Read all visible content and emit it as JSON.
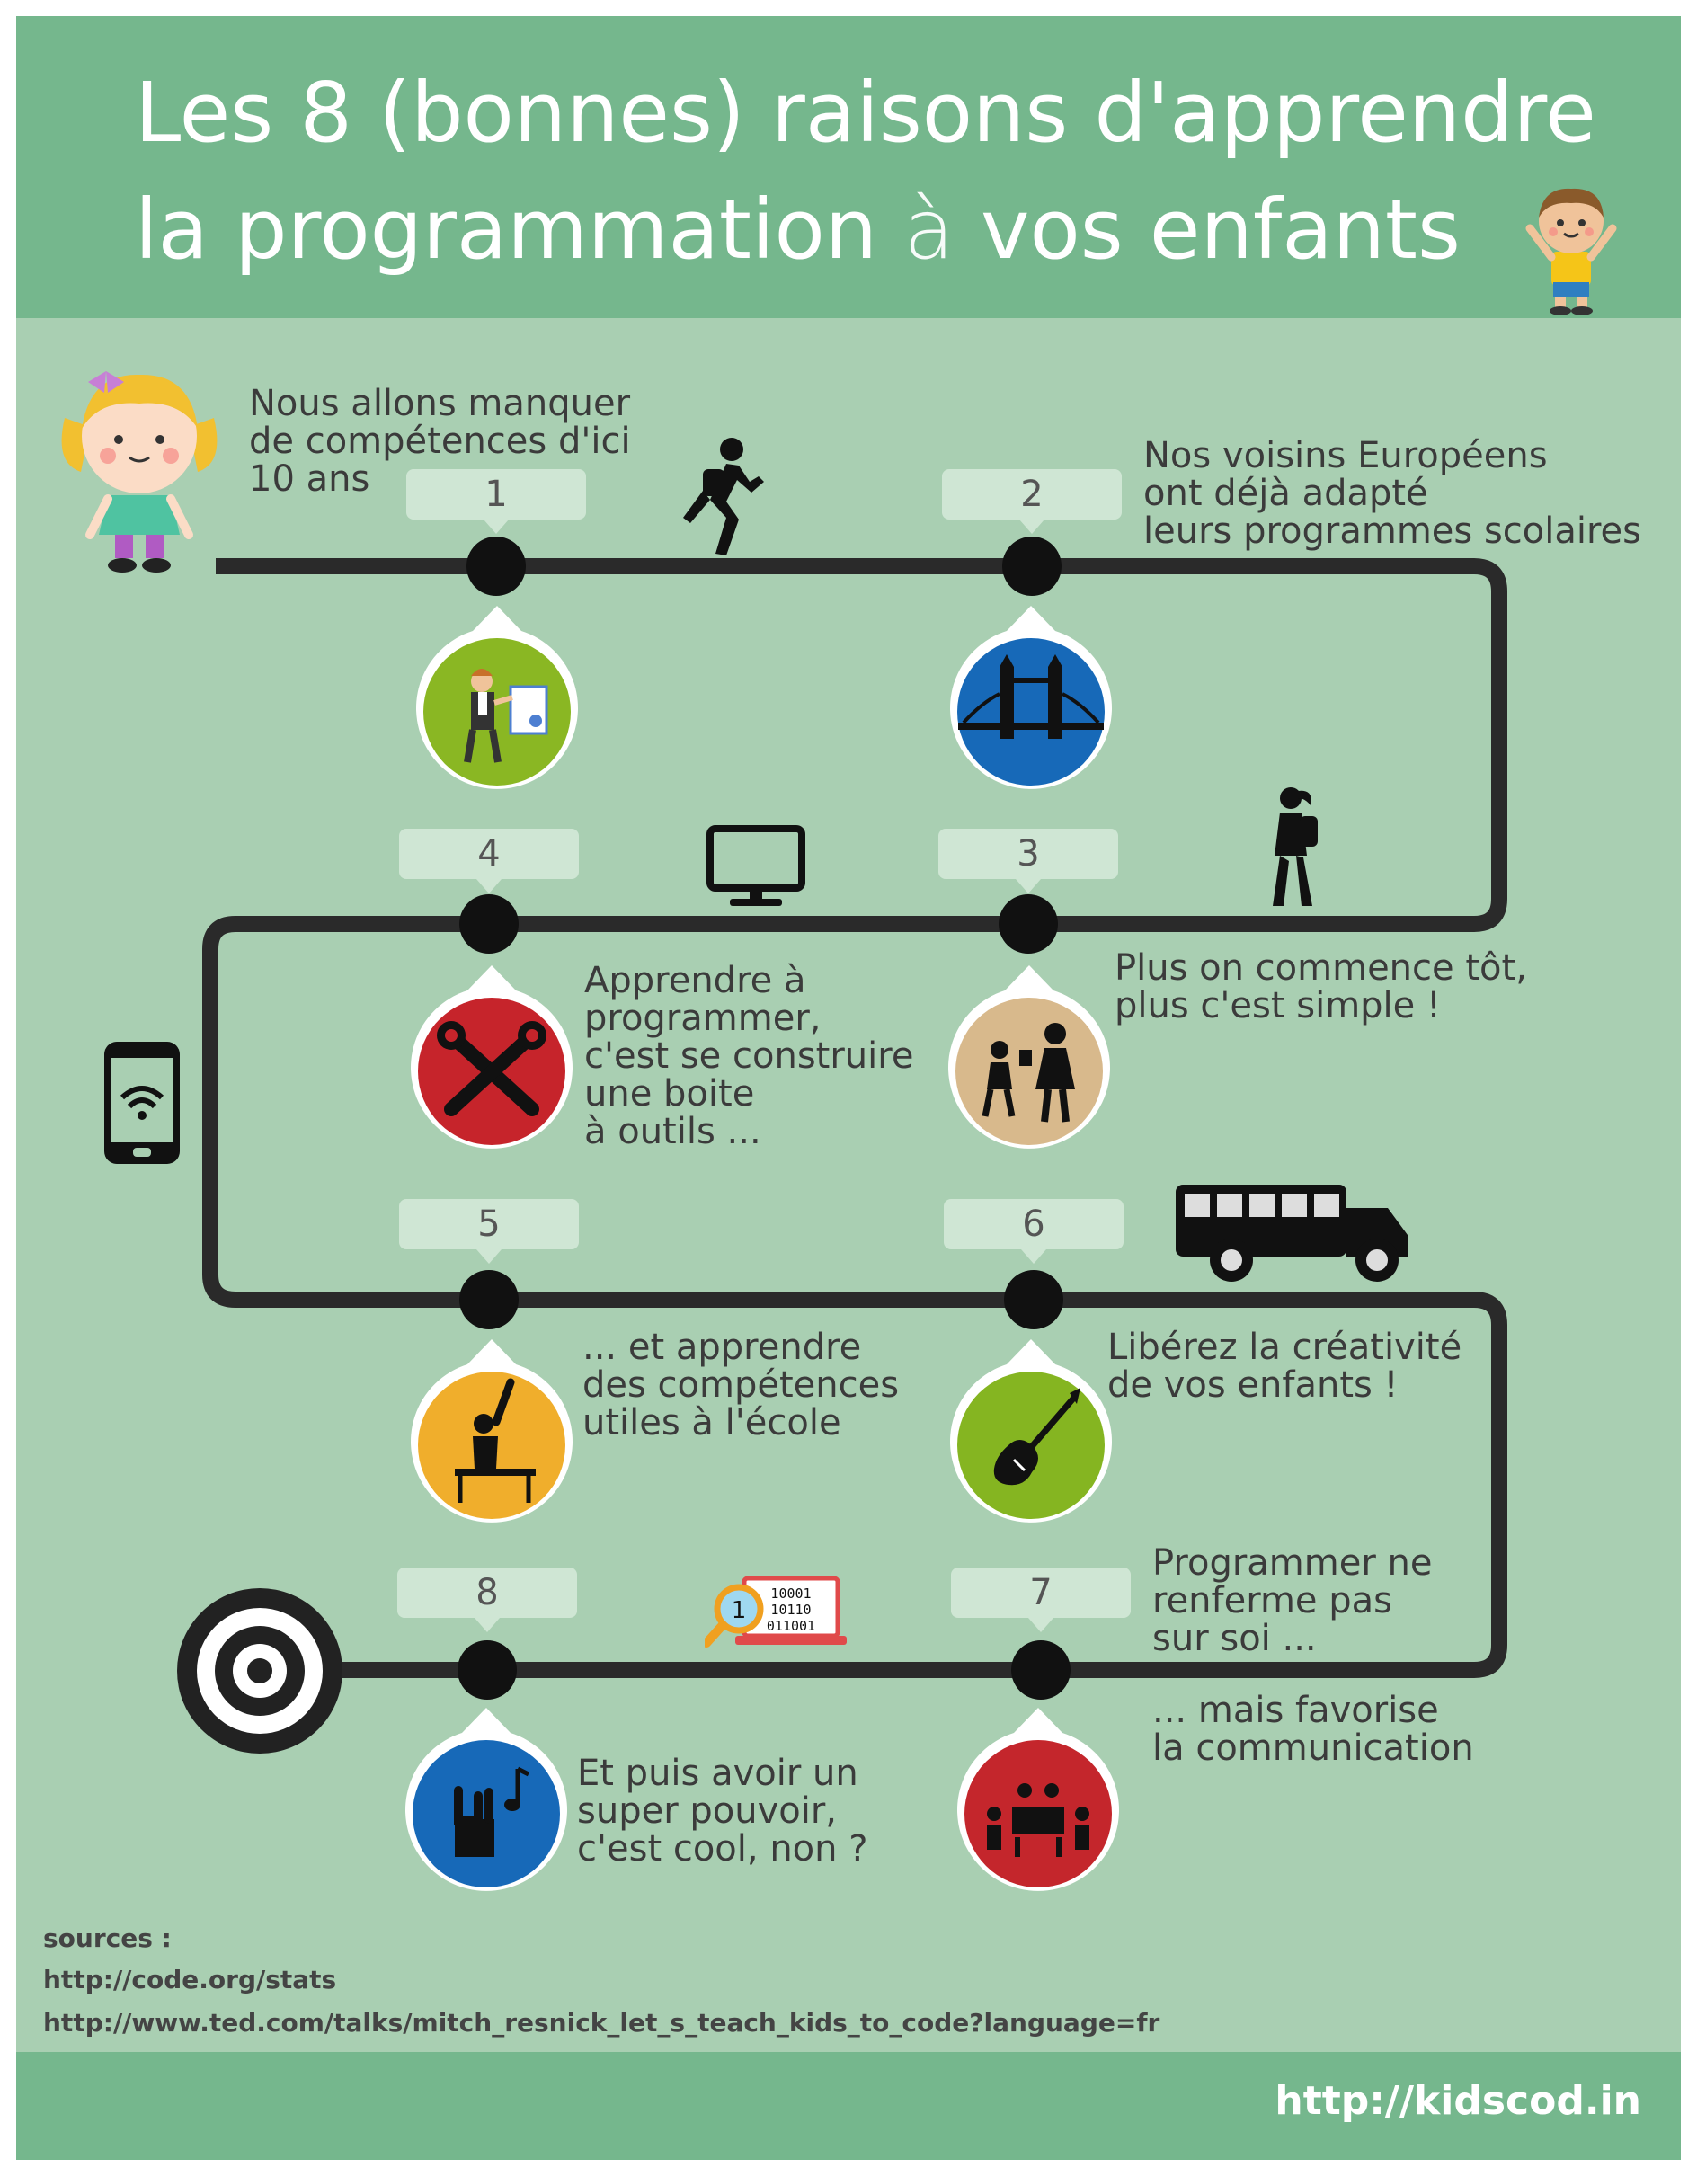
{
  "title": {
    "line1": "Les 8 (bonnes) raisons d'apprendre",
    "line2_part1": "la programmation ",
    "line2_accent": "à",
    "line2_part2": " vos enfants"
  },
  "reasons": [
    {
      "number": "1",
      "text": "Nous allons manquer\nde compétences d'ici\n10 ans",
      "icon": "businessman-diploma-icon",
      "color": "#8ab723"
    },
    {
      "number": "2",
      "text": "Nos voisins Européens\nont déjà adapté\nleurs programmes scolaires",
      "icon": "tower-bridge-icon",
      "color": "#1769b8"
    },
    {
      "number": "3",
      "text": "Plus on commence tôt,\nplus c'est simple !",
      "icon": "parent-child-icon",
      "color": "#d8b98c"
    },
    {
      "number": "4",
      "text": "Apprendre à\nprogrammer,\nc'est se construire\nune boite\nà outils ...",
      "icon": "tools-icon",
      "color": "#c6242b"
    },
    {
      "number": "5",
      "text": "... et apprendre\ndes compétences\nutiles à l'école",
      "icon": "student-hand-raised-icon",
      "color": "#f0ae2c"
    },
    {
      "number": "6",
      "text": "Libérez la créativité\nde vos enfants !",
      "icon": "electric-guitar-icon",
      "color": "#85b521"
    },
    {
      "number": "7",
      "text": "Programmer ne\nrenferme pas\nsur soi ...",
      "text2": "... mais favorise\nla communication",
      "icon": "meeting-table-icon",
      "color": "#c4262c"
    },
    {
      "number": "8",
      "text": "Et puis avoir un\nsuper pouvoir,\nc'est cool, non ?",
      "icon": "rock-hand-icon",
      "color": "#1769b8"
    }
  ],
  "sources": {
    "label": "sources :",
    "links": [
      "http://code.org/stats",
      "http://www.ted.com/talks/mitch_resnick_let_s_teach_kids_to_code?language=fr"
    ]
  },
  "site_url": "http://kidscod.in",
  "colors": {
    "header": "#75b78d",
    "background": "#a9cfb2",
    "road": "#2a2a2a",
    "label_box": "#cfe6d4"
  }
}
